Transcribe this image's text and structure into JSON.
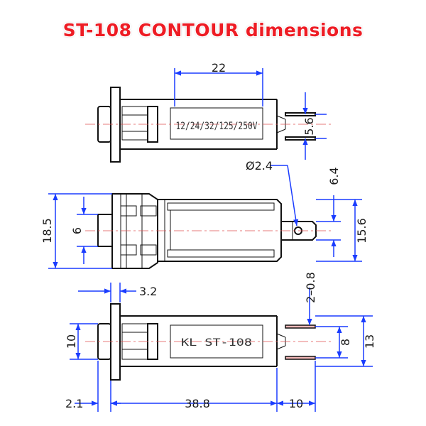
{
  "title": "ST-108 CONTOUR dimensions",
  "ratings_label": "12/24/32/125/250V",
  "model_label": "KL ST-108",
  "dimensions": {
    "top_length": "22",
    "top_terminal_gap": "5.6",
    "hole_diameter": "Ø2.4",
    "terminal_width": "6.4",
    "overall_height": "18.5",
    "button_height": "6",
    "side_height": "15.6",
    "flange_thickness": "3.2",
    "terminal_thickness": "2–0.8",
    "button_diameter": "10",
    "terminal_spacing": "8",
    "body_width": "13",
    "button_extension": "2.1",
    "body_length": "38.8",
    "terminal_length": "10"
  },
  "colors": {
    "title": "#ee1c24",
    "dimension": "#1a3cff",
    "centerline": "#e05050"
  }
}
